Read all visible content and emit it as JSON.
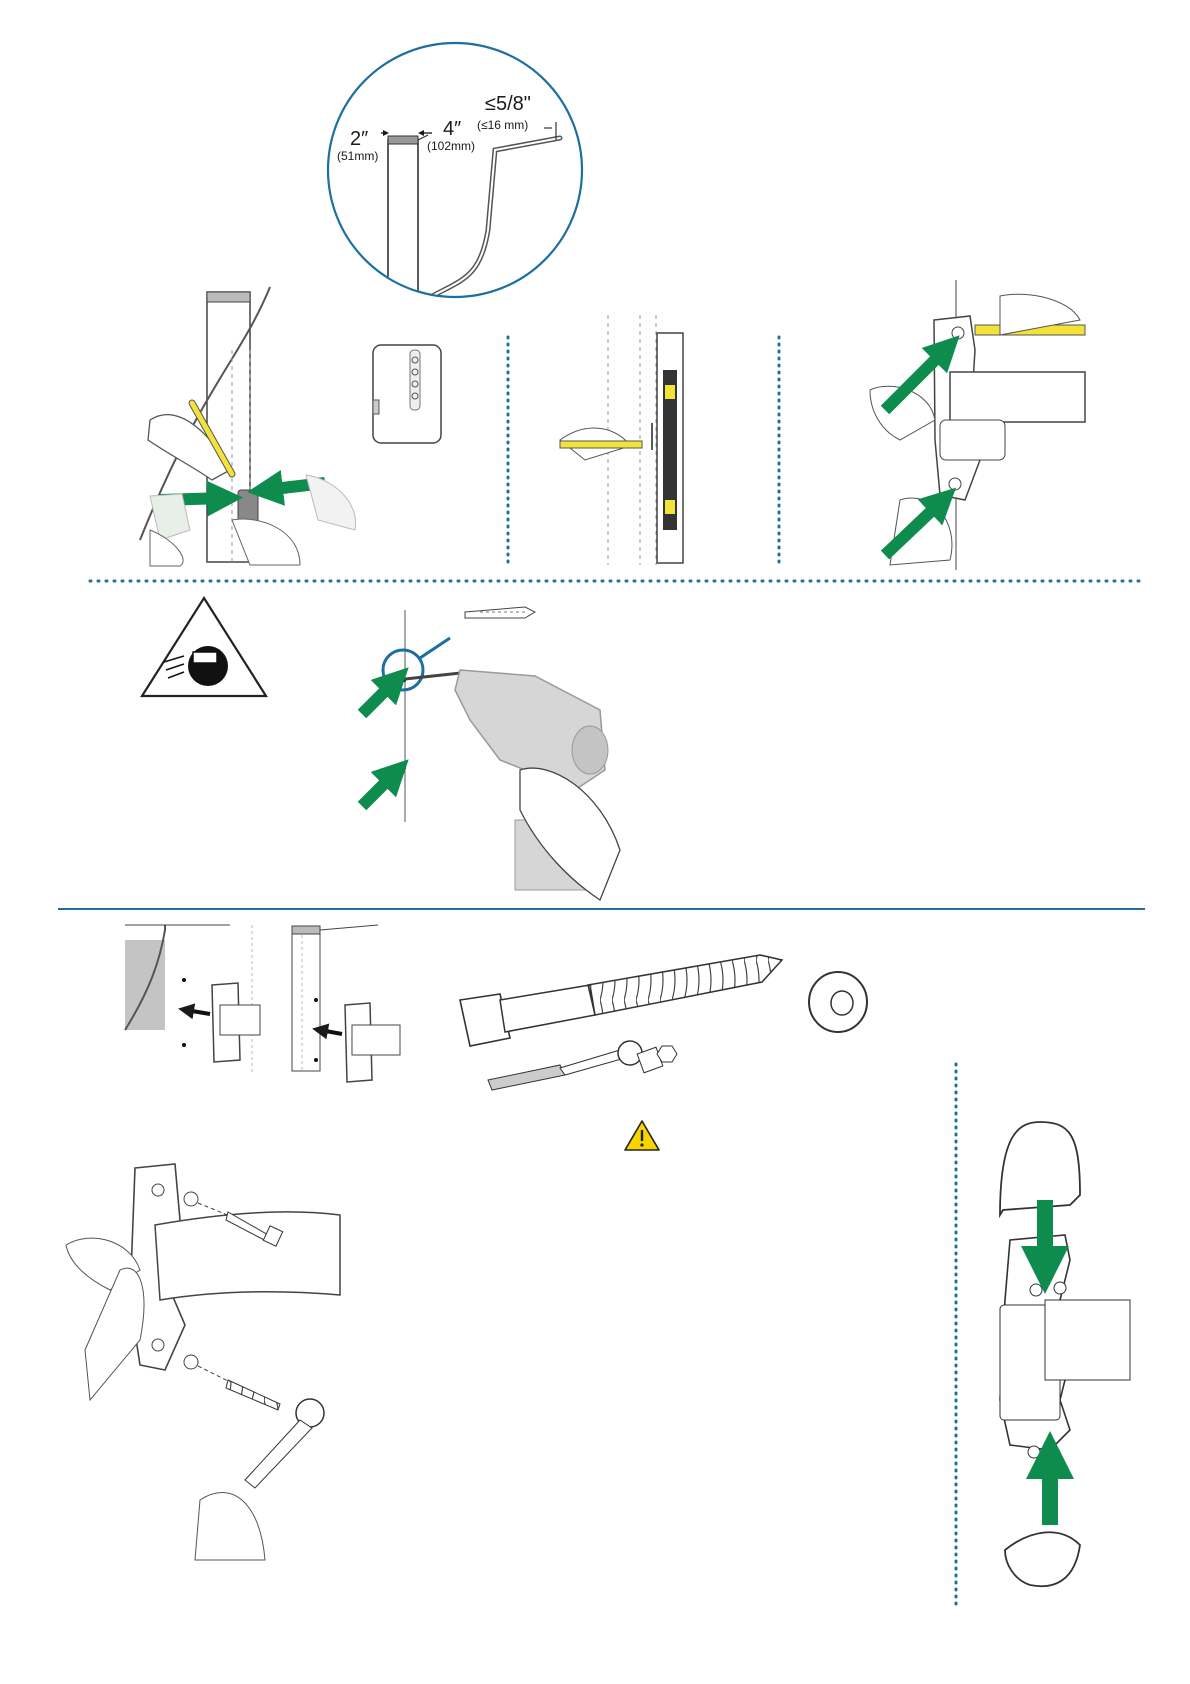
{
  "detail": {
    "width_value": "2″",
    "width_metric": "(51mm)",
    "depth_value": "4″",
    "depth_metric": "(102mm)",
    "gap_value": "≤5/8\"",
    "gap_metric": "(≤16 mm)"
  },
  "icons": {
    "safety": "eye-protection-warning-icon",
    "caution": "caution-warning-icon"
  },
  "colors": {
    "accent_blue": "#1d6fa0",
    "arrow_green": "#0e8c4e",
    "pencil_yellow": "#f2e23a",
    "caution_yellow": "#f5d400"
  }
}
